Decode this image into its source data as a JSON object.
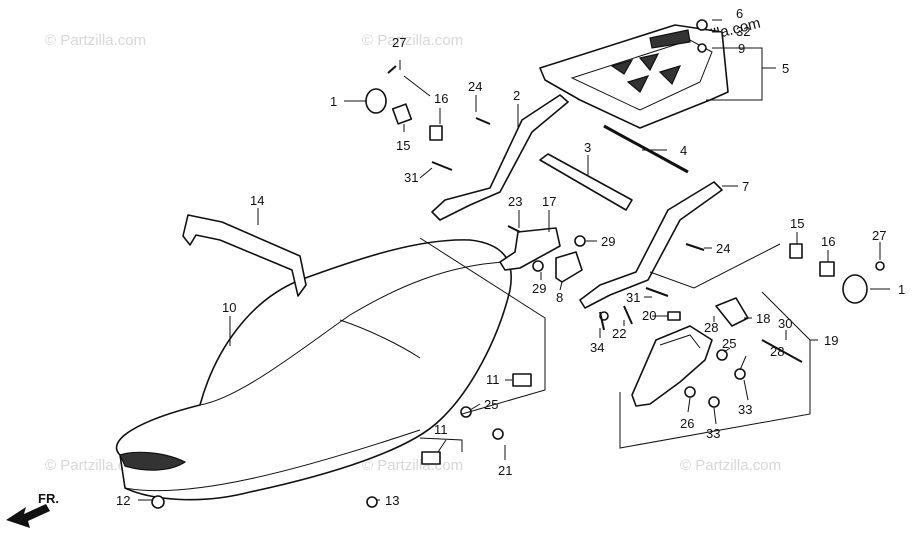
{
  "watermark": "© Partzilla.com",
  "brand": "Partzilla.com",
  "direction": "FR.",
  "callouts": {
    "c1a": "1",
    "c1b": "1",
    "c2": "2",
    "c3": "3",
    "c4": "4",
    "c5": "5",
    "c6": "6",
    "c7": "7",
    "c8": "8",
    "c9": "9",
    "c10": "10",
    "c11a": "11",
    "c11b": "11",
    "c12": "12",
    "c13": "13",
    "c14": "14",
    "c15a": "15",
    "c15b": "15",
    "c16a": "16",
    "c16b": "16",
    "c17": "17",
    "c18": "18",
    "c19": "19",
    "c20": "20",
    "c21": "21",
    "c22": "22",
    "c23": "23",
    "c24a": "24",
    "c24b": "24",
    "c25a": "25",
    "c25b": "25",
    "c26": "26",
    "c27a": "27",
    "c27b": "27",
    "c28a": "28",
    "c28b": "28",
    "c29a": "29",
    "c29b": "29",
    "c30": "30",
    "c31a": "31",
    "c31b": "31",
    "c32": "32",
    "c33a": "33",
    "c33b": "33",
    "c34": "34"
  }
}
